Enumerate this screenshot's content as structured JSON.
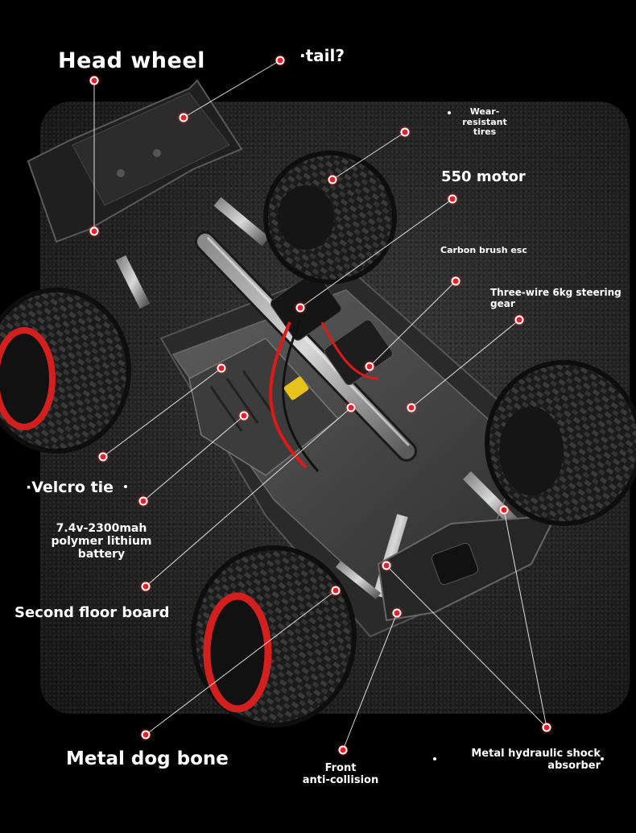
{
  "labels": {
    "head_wheel": "Head wheel",
    "tail": "·tail?",
    "wear_resistant_tires": "Wear-resistant\ntires",
    "motor_550": "550 motor",
    "carbon_brush_esc": "Carbon brush esc",
    "steering_gear": "Three-wire 6kg steering\ngear",
    "velcro_tie": "·Velcro tie",
    "battery": "7.4v-2300mah\npolymer lithium\nbattery",
    "second_floor_board": "Second floor board",
    "metal_dog_bone": "Metal dog bone",
    "front_anti_collision": "Front\nanti-collision",
    "metal_hydraulic_shock_absorber": "Metal hydraulic shock\nabsorber"
  },
  "colors": {
    "background": "#000000",
    "accent_red": "#e8202a",
    "wheel_rim_red": "#d41f1f",
    "label_white": "#ffffff"
  }
}
